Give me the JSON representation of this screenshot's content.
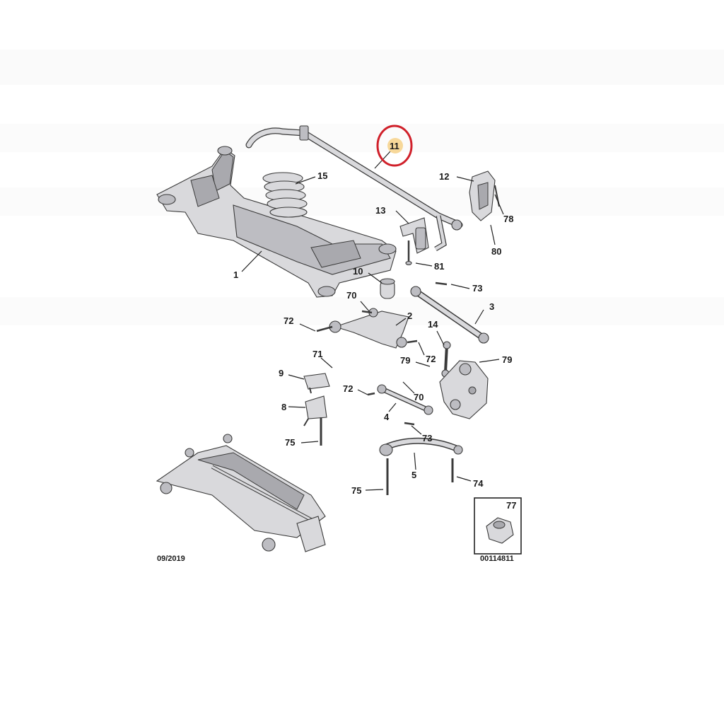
{
  "callouts": [
    {
      "id": "c11",
      "text": "11"
    },
    {
      "id": "c15",
      "text": "15"
    },
    {
      "id": "c12",
      "text": "12"
    },
    {
      "id": "c13",
      "text": "13"
    },
    {
      "id": "c78",
      "text": "78"
    },
    {
      "id": "c80",
      "text": "80"
    },
    {
      "id": "c81",
      "text": "81"
    },
    {
      "id": "c1",
      "text": "1"
    },
    {
      "id": "c10",
      "text": "10"
    },
    {
      "id": "c73a",
      "text": "73"
    },
    {
      "id": "c70a",
      "text": "70"
    },
    {
      "id": "c3",
      "text": "3"
    },
    {
      "id": "c72a",
      "text": "72"
    },
    {
      "id": "c2",
      "text": "2"
    },
    {
      "id": "c14",
      "text": "14"
    },
    {
      "id": "c72b",
      "text": "72"
    },
    {
      "id": "c71",
      "text": "71"
    },
    {
      "id": "c79a",
      "text": "79"
    },
    {
      "id": "c79b",
      "text": "79"
    },
    {
      "id": "c9",
      "text": "9"
    },
    {
      "id": "c72c",
      "text": "72"
    },
    {
      "id": "c70b",
      "text": "70"
    },
    {
      "id": "c8",
      "text": "8"
    },
    {
      "id": "c4",
      "text": "4"
    },
    {
      "id": "c73b",
      "text": "73"
    },
    {
      "id": "c75a",
      "text": "75"
    },
    {
      "id": "c5",
      "text": "5"
    },
    {
      "id": "c75b",
      "text": "75"
    },
    {
      "id": "c74",
      "text": "74"
    },
    {
      "id": "c77",
      "text": "77"
    }
  ],
  "footer": {
    "date": "09/2019",
    "ref": "00114811"
  },
  "highlight": {
    "color": "#d0202a",
    "fill": "#f7d89a"
  }
}
